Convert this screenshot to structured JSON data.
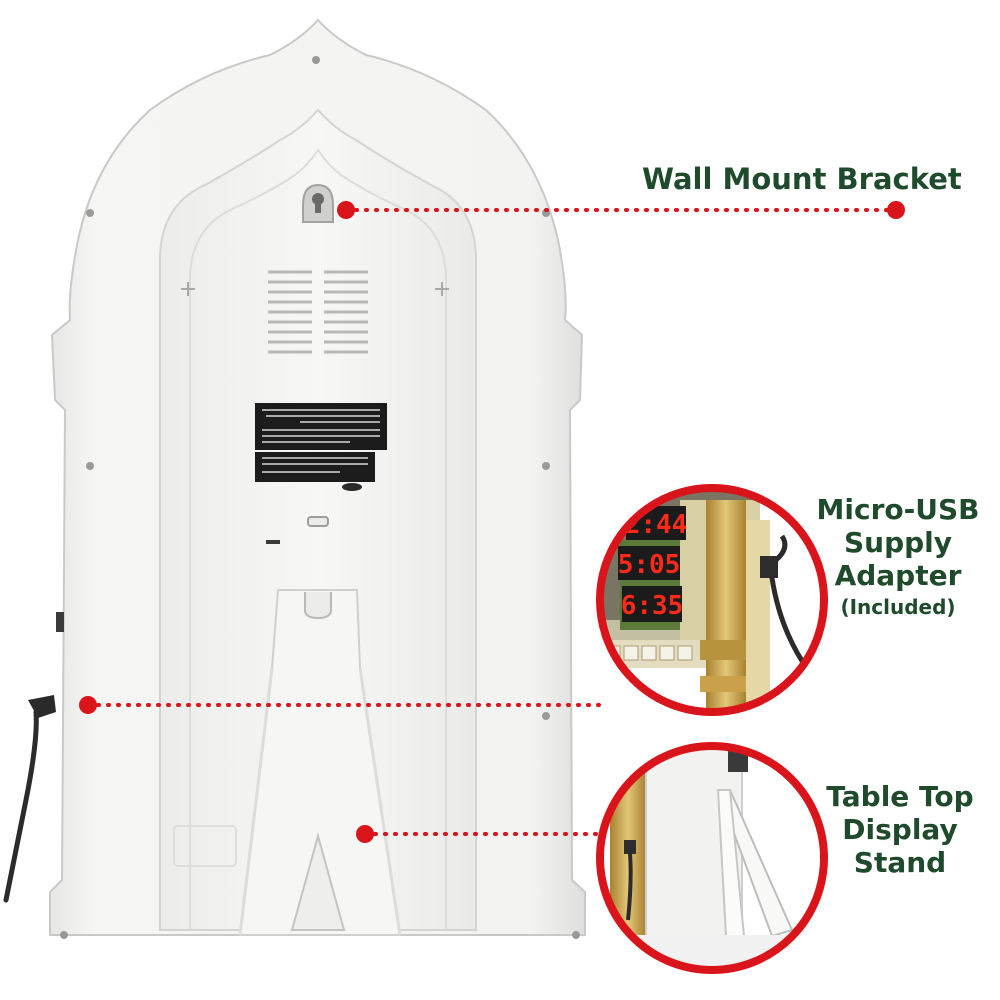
{
  "callouts": {
    "wall_mount": {
      "label": "Wall Mount Bracket"
    },
    "usb": {
      "line1": "Micro-USB",
      "line2": "Supply",
      "line3": "Adapter",
      "note": "(Included)"
    },
    "stand": {
      "line1": "Table Top",
      "line2": "Display",
      "line3": "Stand"
    }
  },
  "inset_display": {
    "time1": "2:44",
    "time2": "5:05",
    "time3": "6:35"
  },
  "colors": {
    "label_green": "#1f4a2c",
    "callout_red": "#d9141b",
    "led_red": "#ff2a1a",
    "clock_body": "#f4f4f2",
    "gold": "#c9a24a"
  },
  "icons": [
    "keyhole-icon",
    "vent-icon",
    "cable-icon",
    "stand-icon"
  ]
}
